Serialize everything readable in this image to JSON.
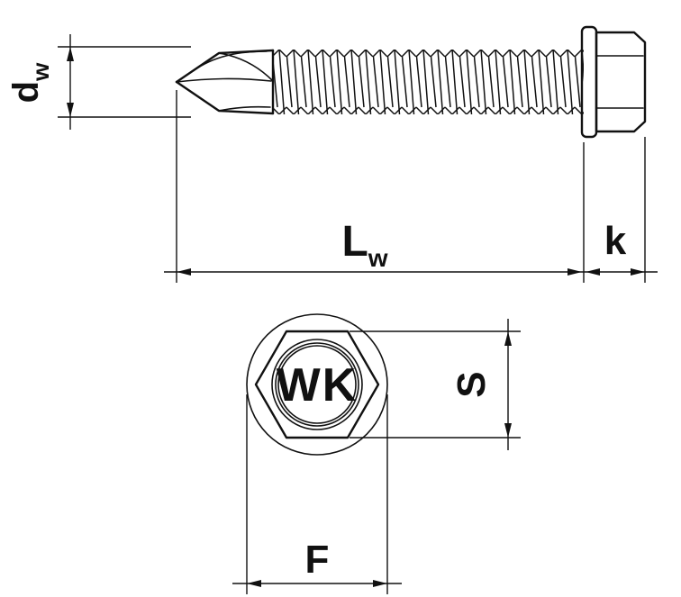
{
  "diagram": {
    "type": "technical-drawing",
    "subject": "self-drilling hex washer head screw, side view and head front view",
    "colors": {
      "line": "#111111",
      "background": "#ffffff"
    },
    "labels": {
      "d_main": "d",
      "d_sub": "w",
      "L_main": "L",
      "L_sub": "w",
      "k": "k",
      "marking": "WK",
      "S": "S",
      "F": "F"
    }
  }
}
